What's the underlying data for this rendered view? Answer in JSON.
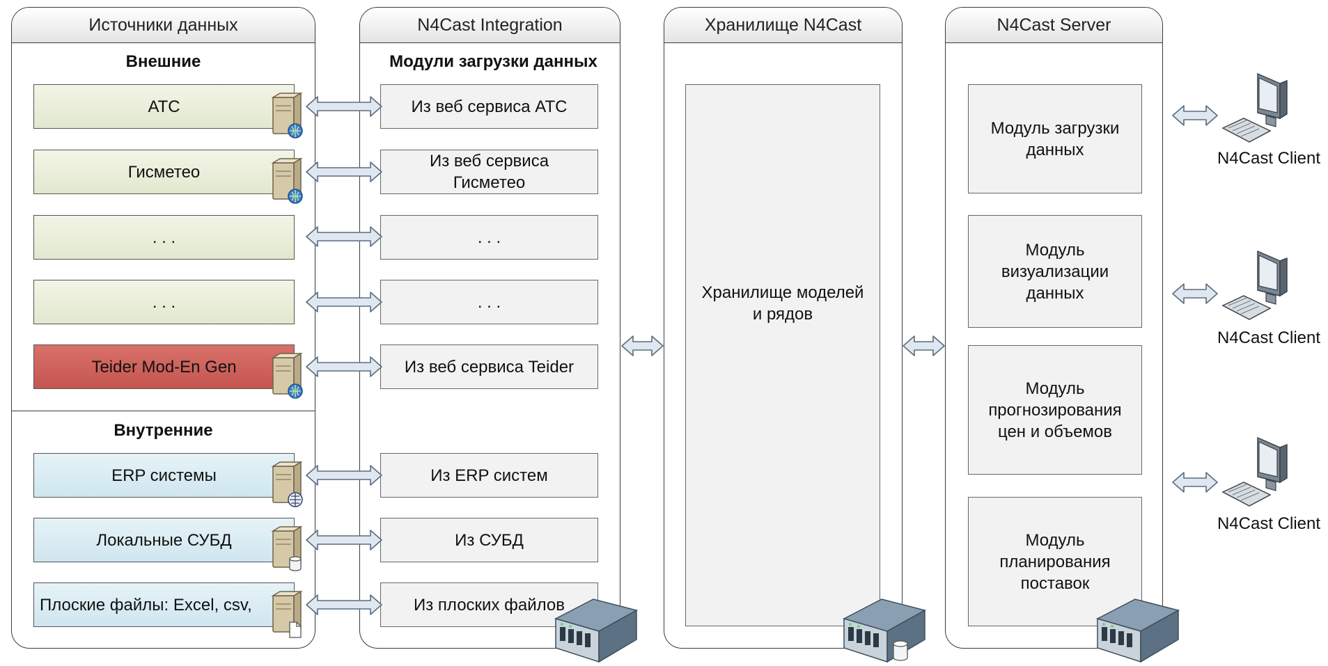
{
  "columns": {
    "sources": "Источники данных",
    "integration": "N4Cast Integration",
    "storage": "Хранилище N4Cast",
    "server": "N4Cast Server"
  },
  "sources": {
    "external_title": "Внешние",
    "internal_title": "Внутренние",
    "external": [
      "АТС",
      "Гисметео",
      ". . .",
      ". . .",
      "Teider Mod-En Gen"
    ],
    "internal": [
      "ERP системы",
      "Локальные СУБД",
      "Плоские файлы: Excel, csv,"
    ]
  },
  "integration": {
    "title": "Модули загрузки данных",
    "modules": [
      "Из веб сервиса АТС",
      "Из веб сервиса\nГисметео",
      ". . .",
      ". . .",
      "Из веб сервиса Teider",
      "Из ERP систем",
      "Из СУБД",
      "Из плоских файлов"
    ]
  },
  "storage": {
    "box": "Хранилище моделей\nи рядов"
  },
  "server": {
    "modules": [
      "Модуль загрузки\nданных",
      "Модуль\nвизуализации\nданных",
      "Модуль\nпрогнозирования\nцен и объемов",
      "Модуль\nпланирования\nпоставок"
    ]
  },
  "clients": [
    "N4Cast Client",
    "N4Cast Client",
    "N4Cast Client"
  ],
  "colors": {
    "external_fill": "#e2e8cf",
    "internal_fill": "#cfe6ef",
    "teider_fill": "#c4554f",
    "module_fill": "#f2f2f2",
    "arrow_fill": "#dfe7f0",
    "arrow_stroke": "#5b6b7e"
  }
}
